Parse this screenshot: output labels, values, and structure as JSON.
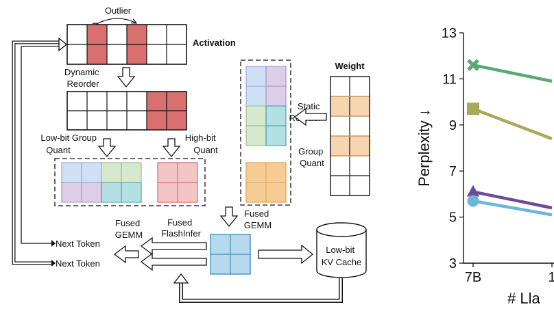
{
  "diagram": {
    "outlier": "Outlier",
    "activation": "Activation",
    "dynamic_reorder": [
      "Dynamic",
      "Reorder"
    ],
    "low_bit_group_quant": [
      "Low-bit Group",
      "Quant"
    ],
    "high_bit_quant": [
      "High-bit",
      "Quant"
    ],
    "weight": "Weight",
    "static_reorder": [
      "Static",
      "Reorder"
    ],
    "group_quant": [
      "Group",
      "Quant"
    ],
    "fused_gemm_right": [
      "Fused",
      "GEMM"
    ],
    "fused_gemm_left": [
      "Fused",
      "GEMM"
    ],
    "fused_flashinfer": [
      "Fused",
      "FlashInfer"
    ],
    "next_token_1": "Next Token",
    "next_token_2": "Next Token",
    "kv_cache": [
      "Low-bit",
      "KV Cache"
    ],
    "colors": {
      "outlier_red": "#d9706f",
      "high_bit_red": "#f3c5c5",
      "blue": "#cfe0f6",
      "purple": "#dccde8",
      "green": "#d6e8cd",
      "teal": "#b3e0e3",
      "orange": "#f5cc94",
      "weight_orange": "#f5d6b0",
      "result_blue": "#b6d9ee"
    }
  },
  "chart_data": {
    "type": "line",
    "ylabel": "Perplexity ↓",
    "xlabel": "# Lla",
    "ylim": [
      3,
      13
    ],
    "yticks": [
      3,
      5,
      7,
      9,
      11,
      13
    ],
    "xticks": [
      "7B",
      "1"
    ],
    "grid": false,
    "series": [
      {
        "values": [
          11.6,
          10.9
        ],
        "color": "#5aa770",
        "marker": "x"
      },
      {
        "values": [
          9.7,
          8.4
        ],
        "color": "#a9a95c",
        "marker": "square"
      },
      {
        "values": [
          6.1,
          5.4
        ],
        "color": "#6b4c9a",
        "marker": "triangle"
      },
      {
        "values": [
          5.7,
          5.1
        ],
        "color": "#6bb7da",
        "marker": "circle"
      }
    ]
  }
}
